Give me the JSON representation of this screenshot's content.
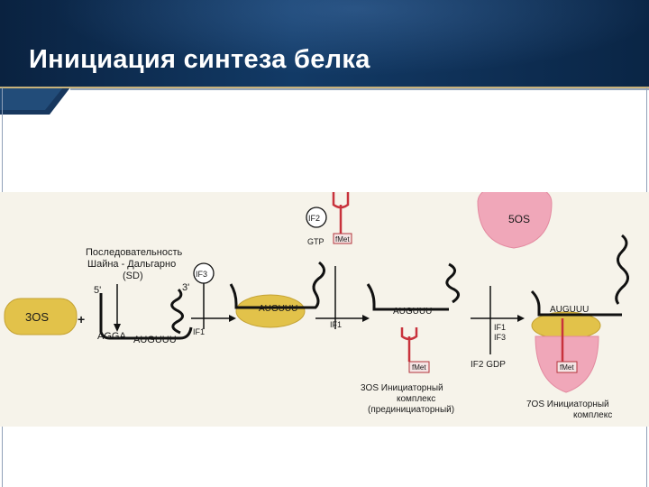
{
  "slide": {
    "title": "Инициация синтеза белка"
  },
  "diagram": {
    "sd_label": [
      "Последовательность",
      "Шайна - Дальгарно",
      "(SD)"
    ],
    "subunit_30s": "3OS",
    "plus": "+",
    "five_prime": "5'",
    "three_prime": "3'",
    "sd_sequence": "AGGA",
    "start_seq_1": "AUGUUU",
    "if3": "IF3",
    "if1_a": "IF1",
    "start_seq_2": "AUGUUU",
    "if2": "IF2",
    "gtp": "GTP",
    "fmet_1": "fMet",
    "if1_b": "IF1",
    "start_seq_3": "AUGUUU",
    "fmet_2": "fMet",
    "complex_30s": [
      "3OS  Инициаторный",
      "комплекс",
      "(прединициаторный)"
    ],
    "if1_c": "IF1",
    "if3_c": "IF3",
    "if2_gdp": "IF2  GDP",
    "subunit_50s": "5OS",
    "start_seq_4": "AUGUUU",
    "fmet_3": "fMet",
    "complex_70s": [
      "7OS  Инициаторный",
      "комплекс"
    ]
  }
}
